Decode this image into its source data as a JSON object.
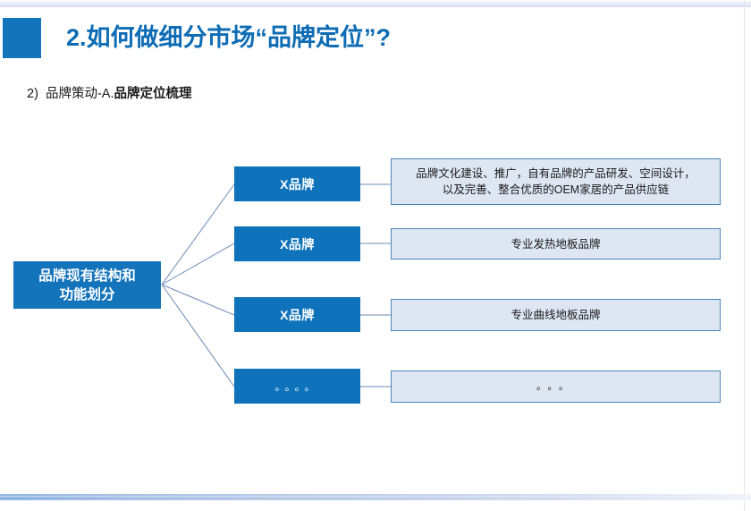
{
  "header": {
    "title": "2.如何做细分市场“品牌定位”?",
    "accent_color": "#1373bb",
    "title_color": "#0e6cb4"
  },
  "subtitle": {
    "number": "2)",
    "plain": "品牌策动-A.",
    "bold": "品牌定位梳理"
  },
  "diagram": {
    "root": {
      "label": "品牌现有结构和\n功能划分",
      "line1": "品牌现有结构和",
      "line2": "功能划分",
      "fill": "#1373bb",
      "text_color": "#ffffff"
    },
    "branch_fill": "#0f73bb",
    "desc_fill": "#dde6f2",
    "desc_border": "#4a86b8",
    "connector_color": "#6a8ab5",
    "rows": [
      {
        "brand": "X品牌",
        "desc_line1": "品牌文化建设、推广，自有品牌的产品研发、空间设计，",
        "desc_line2": "以及完善、整合优质的OEM家居的产品供应链"
      },
      {
        "brand": "X品牌",
        "desc_line1": "专业发热地板品牌",
        "desc_line2": ""
      },
      {
        "brand": "X品牌",
        "desc_line1": "专业曲线地板品牌",
        "desc_line2": ""
      },
      {
        "brand": "。。。。",
        "desc_line1": "。。。",
        "desc_line2": ""
      }
    ]
  }
}
